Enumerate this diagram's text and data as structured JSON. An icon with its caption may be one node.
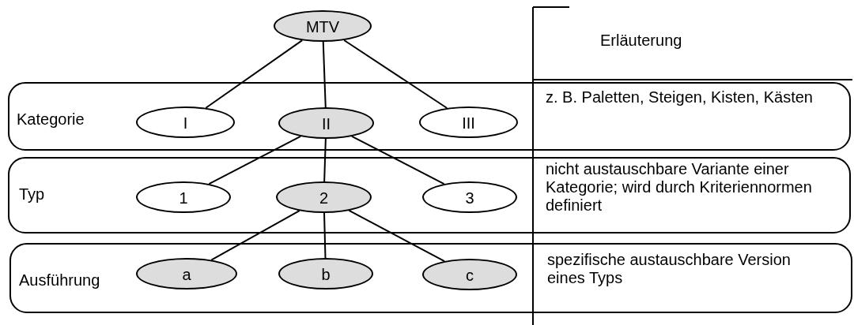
{
  "diagram": {
    "nodes": [
      {
        "text": [
          "MTV"
        ]
      },
      {
        "text": [
          "Kategorie",
          "z. B. Paletten, Steigen, Kisten, Kästen"
        ]
      },
      {
        "text": [
          "I"
        ],
        "in": 1
      },
      {
        "text": [
          "II"
        ],
        "in": 1
      },
      {
        "text": [
          "III"
        ],
        "in": 1
      },
      {
        "text": [
          "Typ",
          "nicht austauschbare Variante einer Kategorie; wird durch Kriteriennormen definiert"
        ]
      },
      {
        "text": [
          "1"
        ],
        "in": 5
      },
      {
        "text": [
          "2"
        ],
        "in": 5
      },
      {
        "text": [
          "3"
        ],
        "in": 5
      },
      {
        "text": [
          "Ausführung",
          "spezifische austauschbare Version eines Typs"
        ]
      },
      {
        "text": [
          "a"
        ],
        "in": 9
      },
      {
        "text": [
          "b"
        ],
        "in": 9
      },
      {
        "text": [
          "c"
        ],
        "in": 9
      }
    ],
    "edges": [
      {
        "from": 0,
        "to": 2,
        "arrow": "none"
      },
      {
        "from": 0,
        "to": 3,
        "arrow": "none"
      },
      {
        "from": 0,
        "to": 4,
        "arrow": "none"
      },
      {
        "from": 3,
        "to": 6,
        "arrow": "none"
      },
      {
        "from": 3,
        "to": 7,
        "arrow": "none"
      },
      {
        "from": 3,
        "to": 8,
        "arrow": "none"
      },
      {
        "from": 7,
        "to": 10,
        "arrow": "none"
      },
      {
        "from": 7,
        "to": 11,
        "arrow": "none"
      },
      {
        "from": 7,
        "to": 12,
        "arrow": "none"
      }
    ],
    "labels": [
      "Erläuterung"
    ]
  }
}
